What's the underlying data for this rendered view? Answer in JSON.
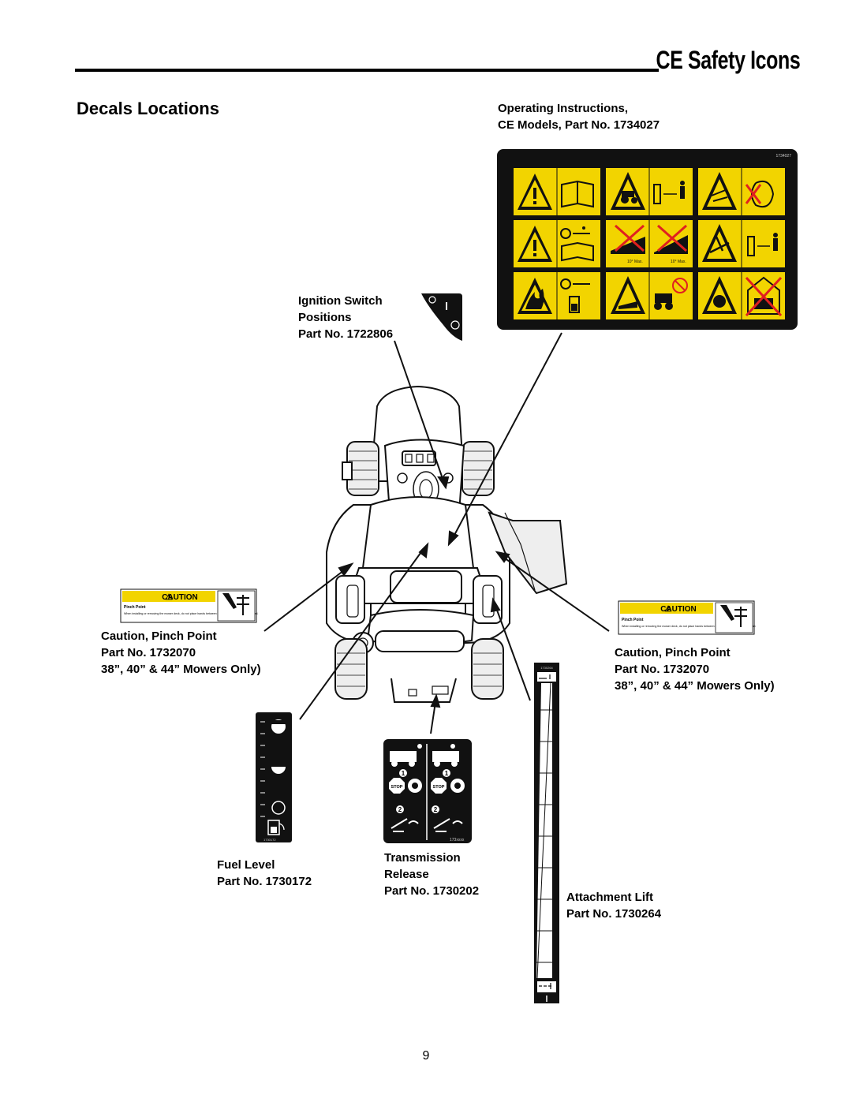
{
  "header": {
    "title": "CE Safety Icons"
  },
  "section": {
    "title": "Decals Locations"
  },
  "operating_instructions": {
    "line1": "Operating Instructions,",
    "line2": "CE Models, Part No. 1734027",
    "decal_code": "1734027",
    "max_slope_1": "10° Max.",
    "max_slope_2": "10° Max."
  },
  "ignition_switch": {
    "line1": "Ignition Switch",
    "line2": "Positions",
    "line3": "Part No. 1722806",
    "off_symbol": "O",
    "on_symbol": "I"
  },
  "pinch_left": {
    "line1": "Caution, Pinch Point",
    "line2": "Part No. 1732070",
    "line3": "38”, 40” & 44” Mowers Only)",
    "banner": "CAUTION",
    "subtitle": "Pinch Point",
    "body": "When installing or removing the mower deck, do not place hands between mower lift linkage and frame rail."
  },
  "pinch_right": {
    "line1": "Caution, Pinch Point",
    "line2": "Part No. 1732070",
    "line3": "38”, 40” & 44” Mowers Only)",
    "banner": "CAUTION",
    "subtitle": "Pinch Point",
    "body": "When installing or removing the mower deck, do not place hands between mower lift linkage and frame rail."
  },
  "fuel_level": {
    "line1": "Fuel Level",
    "line2": "Part No. 1730172",
    "decal_code": "1730172"
  },
  "transmission": {
    "line1": "Transmission",
    "line2": "Release",
    "line3": "Part No. 1730202",
    "decal_code": "173xxxx",
    "step1": "1",
    "step2": "2",
    "stop": "STOP"
  },
  "attachment_lift": {
    "line1": "Attachment Lift",
    "line2": "Part No. 1730264",
    "decal_code": "1730264"
  },
  "footer": {
    "page_number": "9"
  },
  "colors": {
    "decal_yellow": "#f2d400",
    "decal_black": "#111111",
    "caution_yellow": "#f2d400"
  }
}
